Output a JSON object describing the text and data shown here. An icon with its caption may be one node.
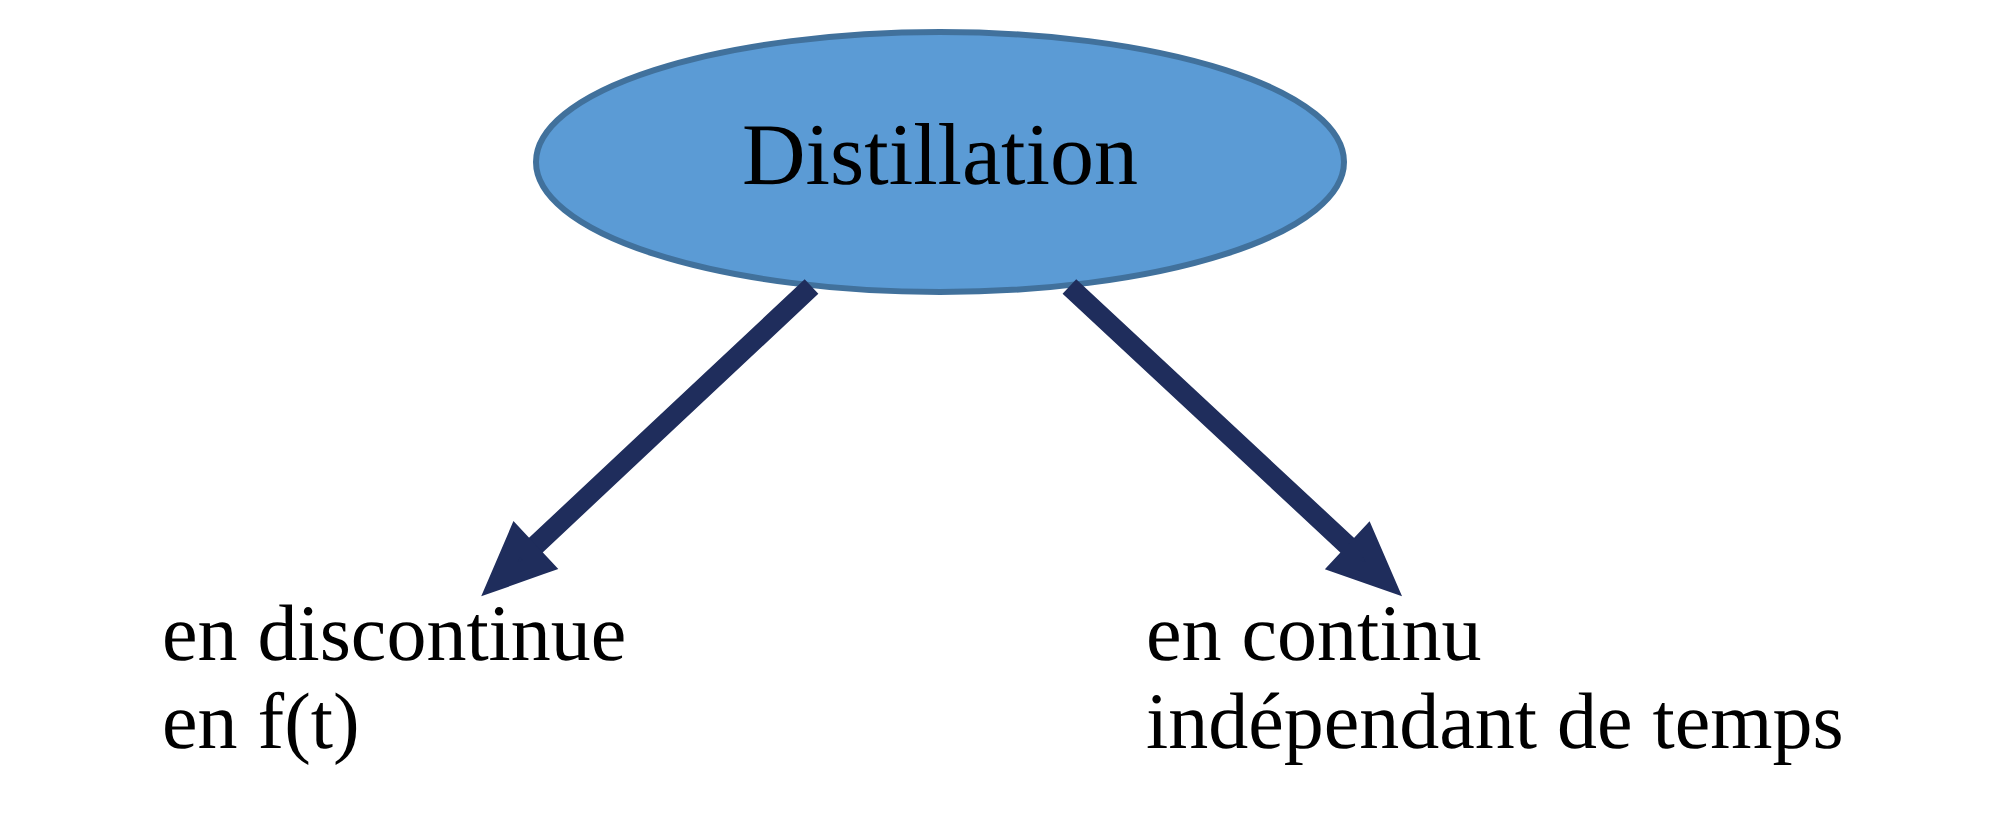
{
  "diagram": {
    "nodes": [
      {
        "text": [
          "Distillation"
        ]
      },
      {
        "text": [
          "en discontinue",
          "en f(t)"
        ]
      },
      {
        "text": [
          "en continu",
          "indépendant de temps"
        ]
      }
    ],
    "edges": [
      {
        "from": 0,
        "to": 1,
        "arrow": "to"
      },
      {
        "from": 0,
        "to": 2,
        "arrow": "to"
      }
    ]
  }
}
